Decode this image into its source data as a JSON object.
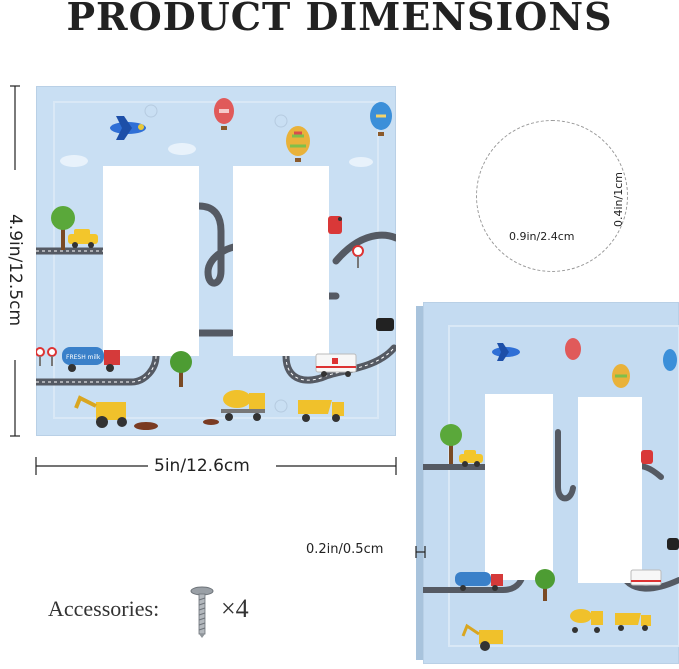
{
  "title": "PRODUCT DIMENSIONS",
  "dimensions": {
    "height": "4.9in/12.5cm",
    "width": "5in/12.6cm",
    "thickness": "0.2in/0.5cm",
    "opening_width": "0.9in/2.4cm",
    "opening_depth": "0.4in/1cm"
  },
  "accessories": {
    "label": "Accessories:",
    "count": "×4"
  },
  "illustration_text": {
    "truck_label": "FRESH milk"
  },
  "colors": {
    "plate_blue": "#c9dff3",
    "road": "#555a63",
    "title": "#222222"
  },
  "icons": [
    "screw-icon",
    "hot-air-balloon-icon",
    "airplane-icon",
    "tree-icon",
    "car-icon",
    "excavator-icon",
    "cement-mixer-icon",
    "dump-truck-icon",
    "ambulance-icon",
    "milk-truck-icon"
  ]
}
